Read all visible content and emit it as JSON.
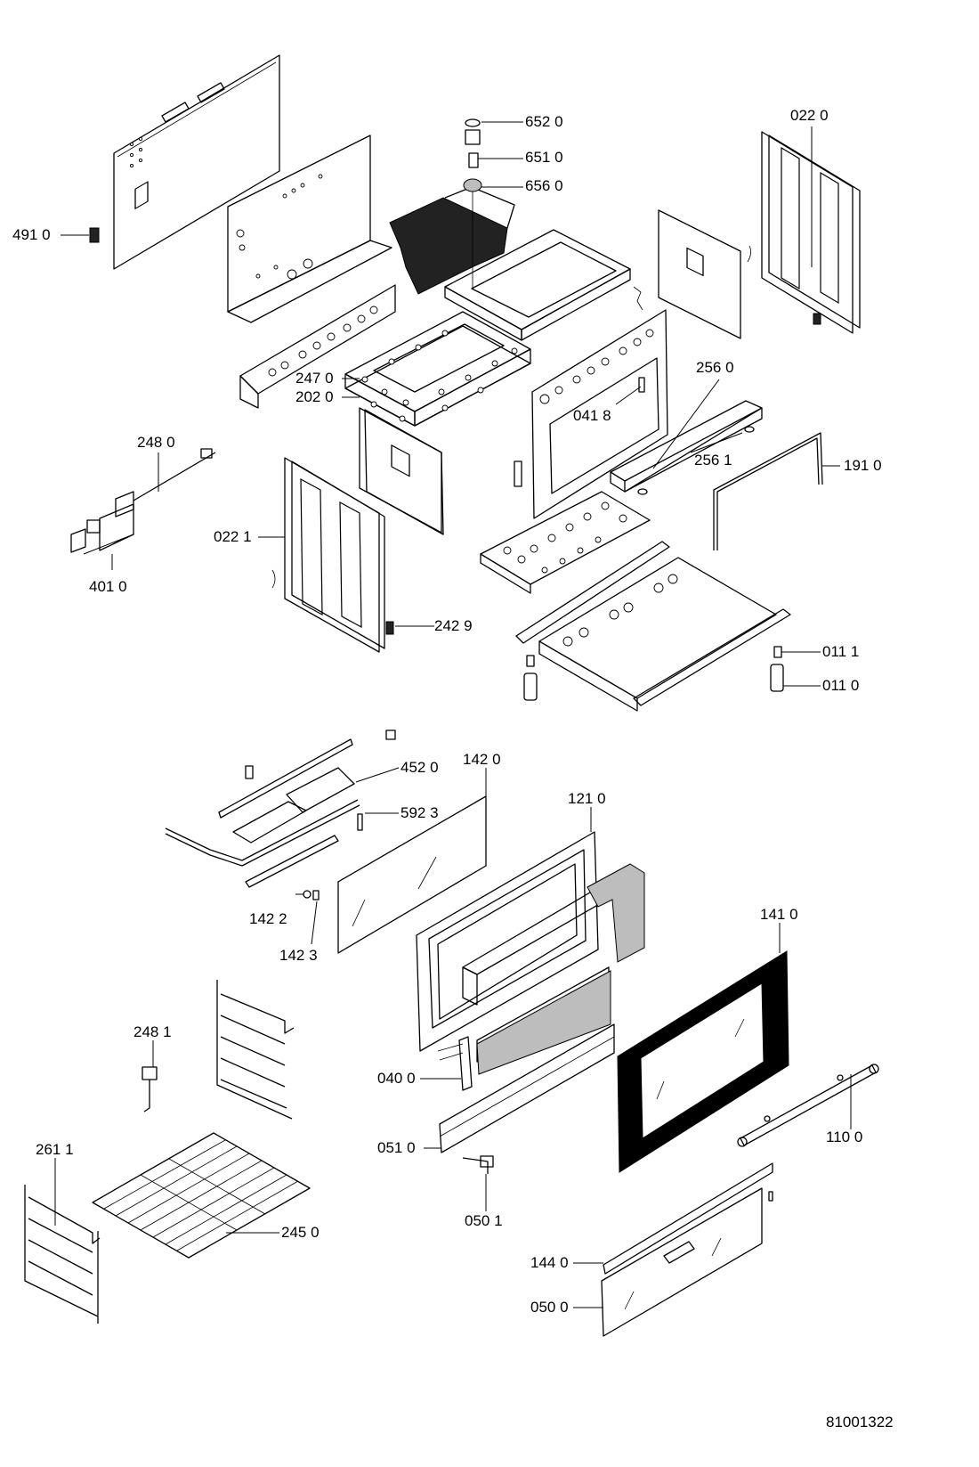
{
  "document_number": "81001322",
  "callouts": [
    {
      "id": "c6520",
      "text": "652 0"
    },
    {
      "id": "c6510",
      "text": "651 0"
    },
    {
      "id": "c6560",
      "text": "656 0"
    },
    {
      "id": "c0220",
      "text": "022 0"
    },
    {
      "id": "c4910",
      "text": "491  0"
    },
    {
      "id": "c2470",
      "text": "247 0"
    },
    {
      "id": "c2020",
      "text": "202 0"
    },
    {
      "id": "c0418",
      "text": "041 8"
    },
    {
      "id": "c2560",
      "text": "256 0"
    },
    {
      "id": "c2480",
      "text": "248 0"
    },
    {
      "id": "c2561",
      "text": "256 1"
    },
    {
      "id": "c1910",
      "text": "191 0"
    },
    {
      "id": "c0221",
      "text": "022  1"
    },
    {
      "id": "c4010",
      "text": "401 0"
    },
    {
      "id": "c2429",
      "text": "242 9"
    },
    {
      "id": "c0111",
      "text": "011 1"
    },
    {
      "id": "c0110",
      "text": "011 0"
    },
    {
      "id": "c4520",
      "text": "452 0"
    },
    {
      "id": "c1420",
      "text": "142 0"
    },
    {
      "id": "c5923",
      "text": "592 3"
    },
    {
      "id": "c1210",
      "text": "121 0"
    },
    {
      "id": "c1422",
      "text": "142 2"
    },
    {
      "id": "c1423",
      "text": "142  3"
    },
    {
      "id": "c1410",
      "text": "141 0"
    },
    {
      "id": "c2481",
      "text": "248 1"
    },
    {
      "id": "c0400",
      "text": "040 0"
    },
    {
      "id": "c1100",
      "text": "110 0"
    },
    {
      "id": "c2611",
      "text": "261 1"
    },
    {
      "id": "c0510",
      "text": "051 0"
    },
    {
      "id": "c0501",
      "text": "050 1"
    },
    {
      "id": "c2450",
      "text": "245 0"
    },
    {
      "id": "c1440",
      "text": "144 0"
    },
    {
      "id": "c0500",
      "text": "050 0"
    }
  ]
}
